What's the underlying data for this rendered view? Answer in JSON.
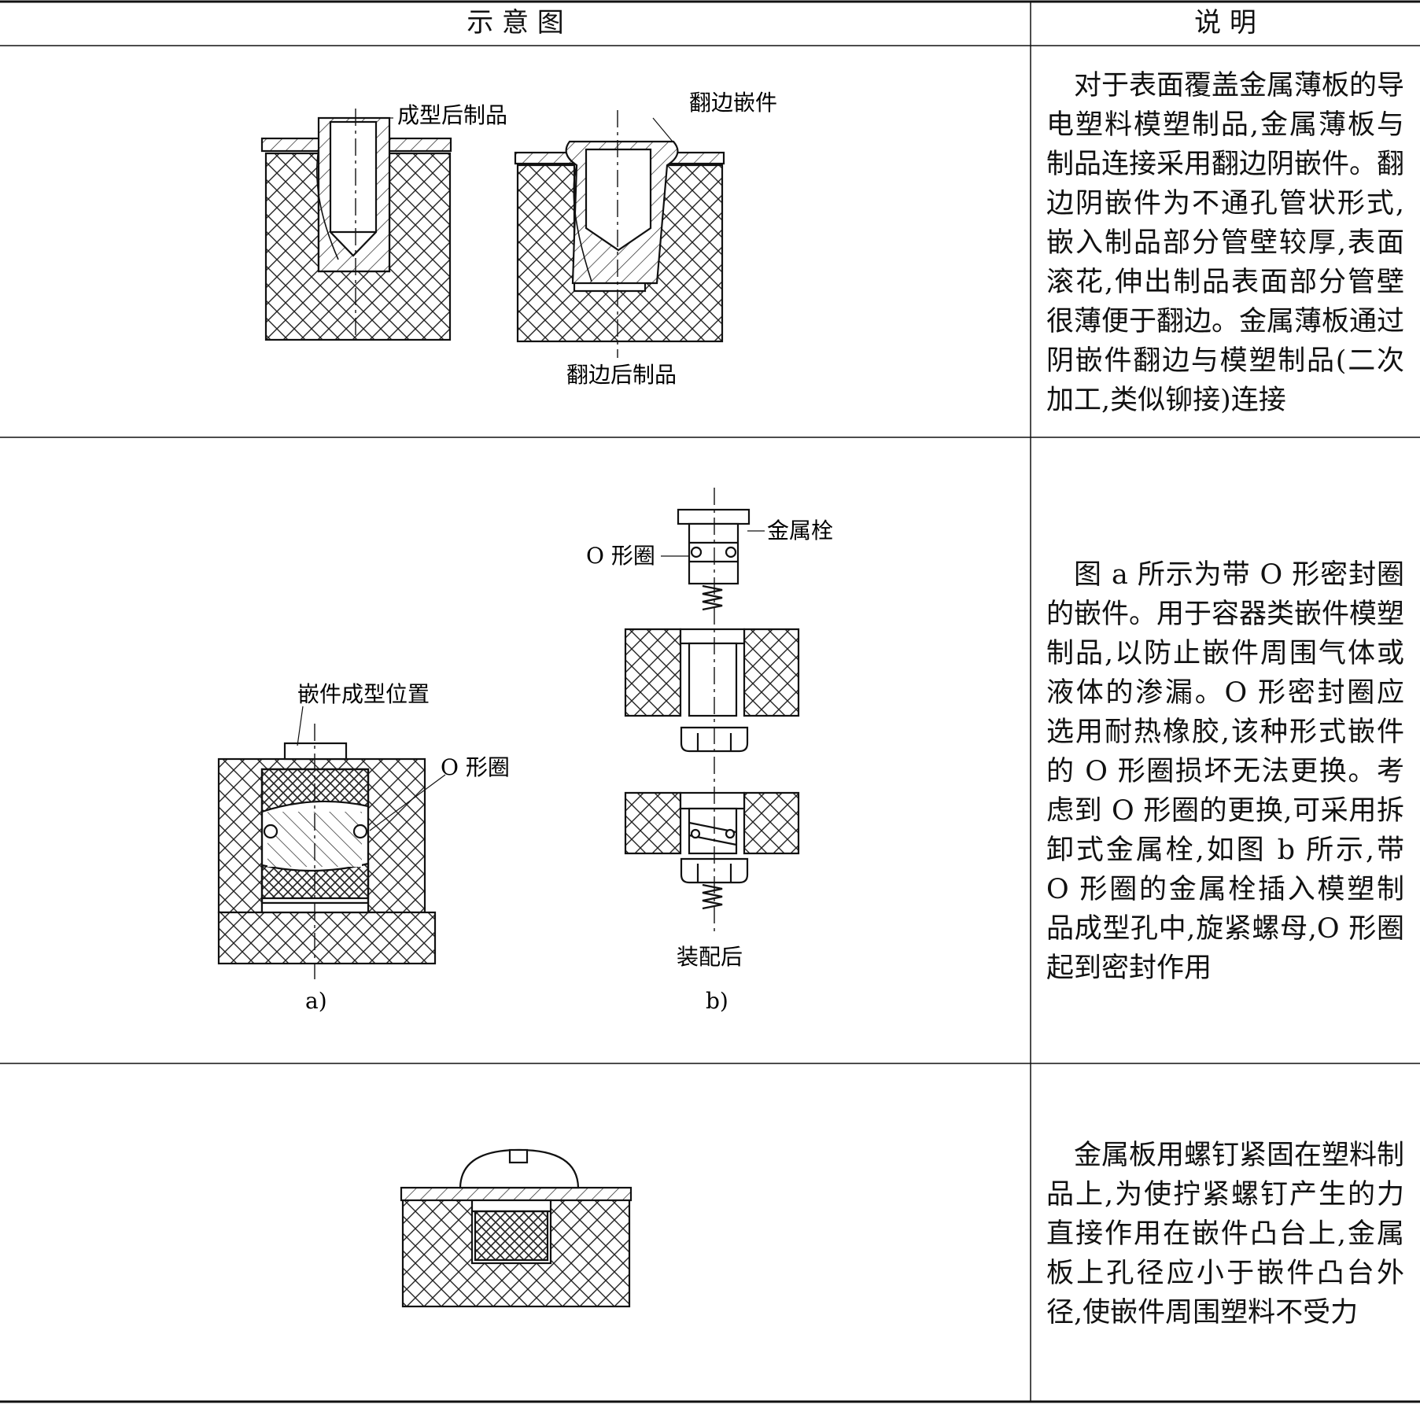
{
  "table": {
    "headers": {
      "diagram": "示 意 图",
      "explanation": "说 明"
    },
    "rows": [
      {
        "labels": {
          "molded": "成型后制品",
          "flange_insert": "翻边嵌件",
          "after_flanging": "翻边后制品"
        },
        "text": "对于表面覆盖金属薄板的导电塑料模塑制品,金属薄板与制品连接采用翻边阴嵌件。翻边阴嵌件为不通孔管状形式,嵌入制品部分管壁较厚,表面滚花,伸出制品表面部分管壁很薄便于翻边。金属薄板通过阴嵌件翻边与模塑制品(二次加工,类似铆接)连接"
      },
      {
        "labels": {
          "insert_position": "嵌件成型位置",
          "o_ring_a": "O 形圈",
          "metal_bolt": "金属栓",
          "o_ring_b": "O 形圈",
          "assembled": "装配后",
          "fig_a": "a)",
          "fig_b": "b)"
        },
        "text": "图 a 所示为带 O 形密封圈的嵌件。用于容器类嵌件模塑制品,以防止嵌件周围气体或液体的渗漏。O 形密封圈应选用耐热橡胶,该种形式嵌件的 O 形圈损坏无法更换。考虑到 O 形圈的更换,可采用拆卸式金属栓,如图 b 所示,带 O 形圈的金属栓插入模塑制品成型孔中,旋紧螺母,O 形圈起到密封作用"
      },
      {
        "labels": {},
        "text": "金属板用螺钉紧固在塑料制品上,为使拧紧螺钉产生的力直接作用在嵌件凸台上,金属板上孔径应小于嵌件凸台外径,使嵌件周围塑料不受力"
      }
    ]
  }
}
